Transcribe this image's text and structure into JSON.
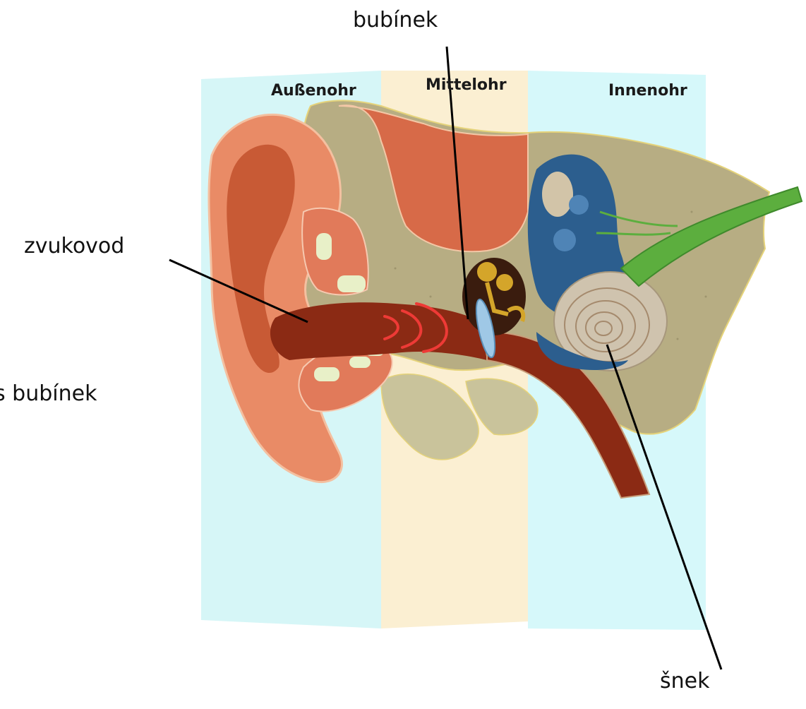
{
  "regions": {
    "outer": "Außenohr",
    "middle": "Mittelohr",
    "inner": "Innenohr"
  },
  "labels": {
    "eardrum": "bubínek",
    "ear_canal": "zvukovod",
    "cochlea": "šnek",
    "partial_left": "s bubínek"
  },
  "colors": {
    "outer_band": "#d6f6f7",
    "middle_band": "#fbefd2",
    "inner_band": "#d6f8fa",
    "bone": "#b7ad83",
    "ear_flesh": "#e77d5d",
    "canal": "#8b2a14",
    "labyrinth": "#2c5e8e",
    "cochlea": "#cfc3ae",
    "nerve": "#5cae3e",
    "sound_wave": "#ee3a36",
    "ossicles": "#d4a52a"
  }
}
